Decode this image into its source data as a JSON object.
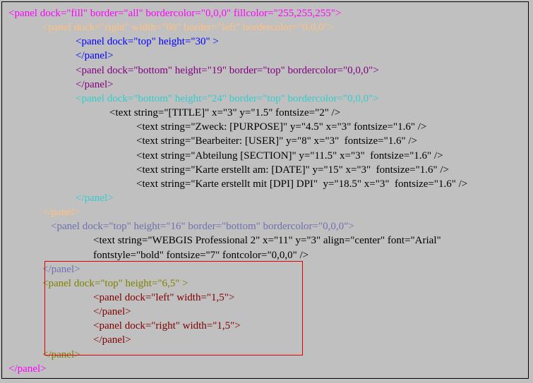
{
  "colors": {
    "magenta": "#ff00ff",
    "orange": "#ffc080",
    "blue": "#0000ff",
    "purple": "#800080",
    "cyan": "#33cccc",
    "black": "#000000",
    "slate": "#7070b0",
    "olive": "#808000",
    "maroon": "#800000",
    "highlight": "#e00000"
  },
  "lines": [
    {
      "text": "<panel dock=\"fill\" border=\"all\" bordercolor=\"0,0,0\" fillcolor=\"255,255,255\">",
      "color": "magenta"
    },
    {
      "text": "<panel dock=\"right\" width=\"60\" border=\"left\" bordercolor=\"0,0,0\">",
      "color": "orange"
    },
    {
      "text": "<panel dock=\"top\" height=\"30\" >",
      "color": "blue"
    },
    {
      "text": "</panel>",
      "color": "blue"
    },
    {
      "text": "<panel dock=\"bottom\" height=\"19\" border=\"top\" bordercolor=\"0,0,0\">",
      "color": "purple"
    },
    {
      "text": "</panel>",
      "color": "purple"
    },
    {
      "text": "<panel dock=\"bottom\" height=\"24\" border=\"top\" bordercolor=\"0,0,0\">",
      "color": "cyan"
    },
    {
      "text": "<text string=\"[TITLE]\" x=\"3\" y=\"1.5\" fontsize=\"2\" />",
      "color": "black"
    },
    {
      "text": "<text string=\"Zweck: [PURPOSE]\" y=\"4.5\" x=\"3\" fontsize=\"1.6\" />",
      "color": "black"
    },
    {
      "text": "<text string=\"Bearbeiter: [USER]\" y=\"8\" x=\"3\"  fontsize=\"1.6\" />",
      "color": "black"
    },
    {
      "text": "<text string=\"Abteilung [SECTION]\" y=\"11.5\" x=\"3\"  fontsize=\"1.6\" />",
      "color": "black"
    },
    {
      "text": "<text string=\"Karte erstellt am: [DATE]\" y=\"15\" x=\"3\"  fontsize=\"1.6\" />",
      "color": "black"
    },
    {
      "text": "<text string=\"Karte erstellt mit [DPI] DPI\"  y=\"18.5\" x=\"3\"  fontsize=\"1.6\" />",
      "color": "black"
    },
    {
      "text": "</panel>",
      "color": "cyan"
    },
    {
      "text": "</panel>",
      "color": "orange"
    },
    {
      "text": "<panel dock=\"top\" height=\"16\" border=\"bottom\" bordercolor=\"0,0,0\">",
      "color": "slate"
    },
    {
      "text": "<text string=\"WEBGIS Professional 2\" x=\"11\" y=\"3\" align=\"center\" font=\"Arial\"",
      "color": "black"
    },
    {
      "text": "fontstyle=\"bold\" fontsize=\"7\" fontcolor=\"0,0,0\" />",
      "color": "black"
    },
    {
      "text": "</panel>",
      "color": "slate"
    },
    {
      "text": "<panel dock=\"top\" height=\"6,5\" >",
      "color": "olive"
    },
    {
      "text": "<panel dock=\"left\" width=\"1,5\">",
      "color": "maroon"
    },
    {
      "text": "</panel>",
      "color": "maroon"
    },
    {
      "text": "<panel dock=\"right\" width=\"1,5\">",
      "color": "maroon"
    },
    {
      "text": "</panel>",
      "color": "maroon"
    },
    {
      "text": "</panel>",
      "color": "olive"
    },
    {
      "text": "</panel>",
      "color": "magenta"
    }
  ]
}
